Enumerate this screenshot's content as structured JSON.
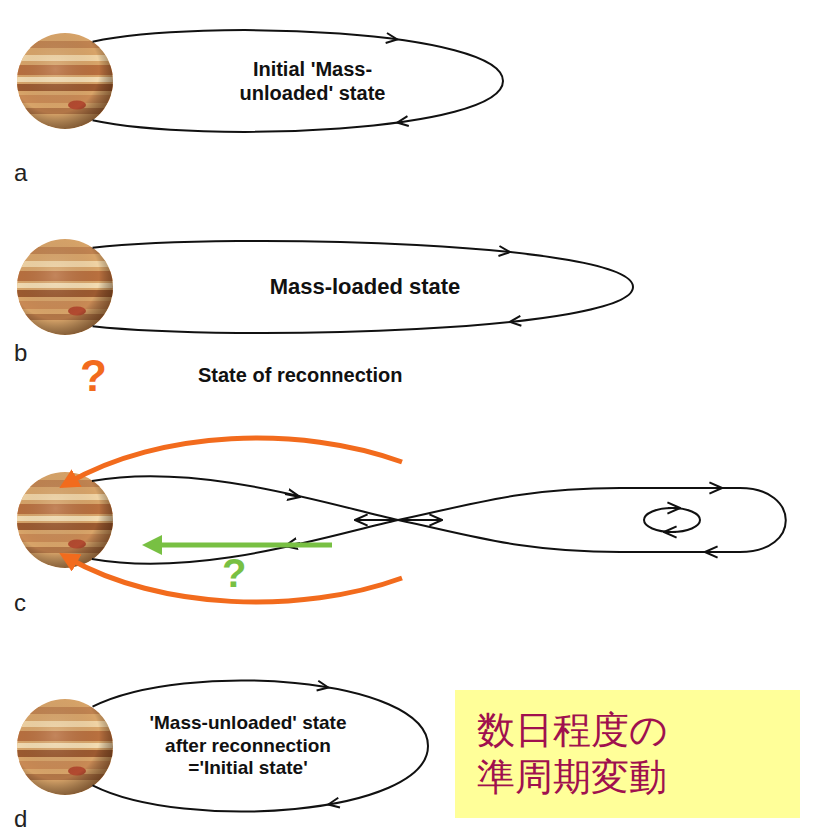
{
  "diagram": {
    "nodes": [
      {
        "text": [
          "Initial 'Mass-unloaded' state"
        ]
      },
      {
        "text": [
          "Mass-loaded state"
        ]
      },
      {
        "text": [
          "'Mass-unloaded' state after reconnection ='Initial state'"
        ]
      },
      {
        "text": [
          "数日程度の 準周期変動"
        ]
      }
    ],
    "labels": [
      "a",
      "b",
      "?",
      "State of reconnection",
      "?",
      "c",
      "d"
    ]
  }
}
